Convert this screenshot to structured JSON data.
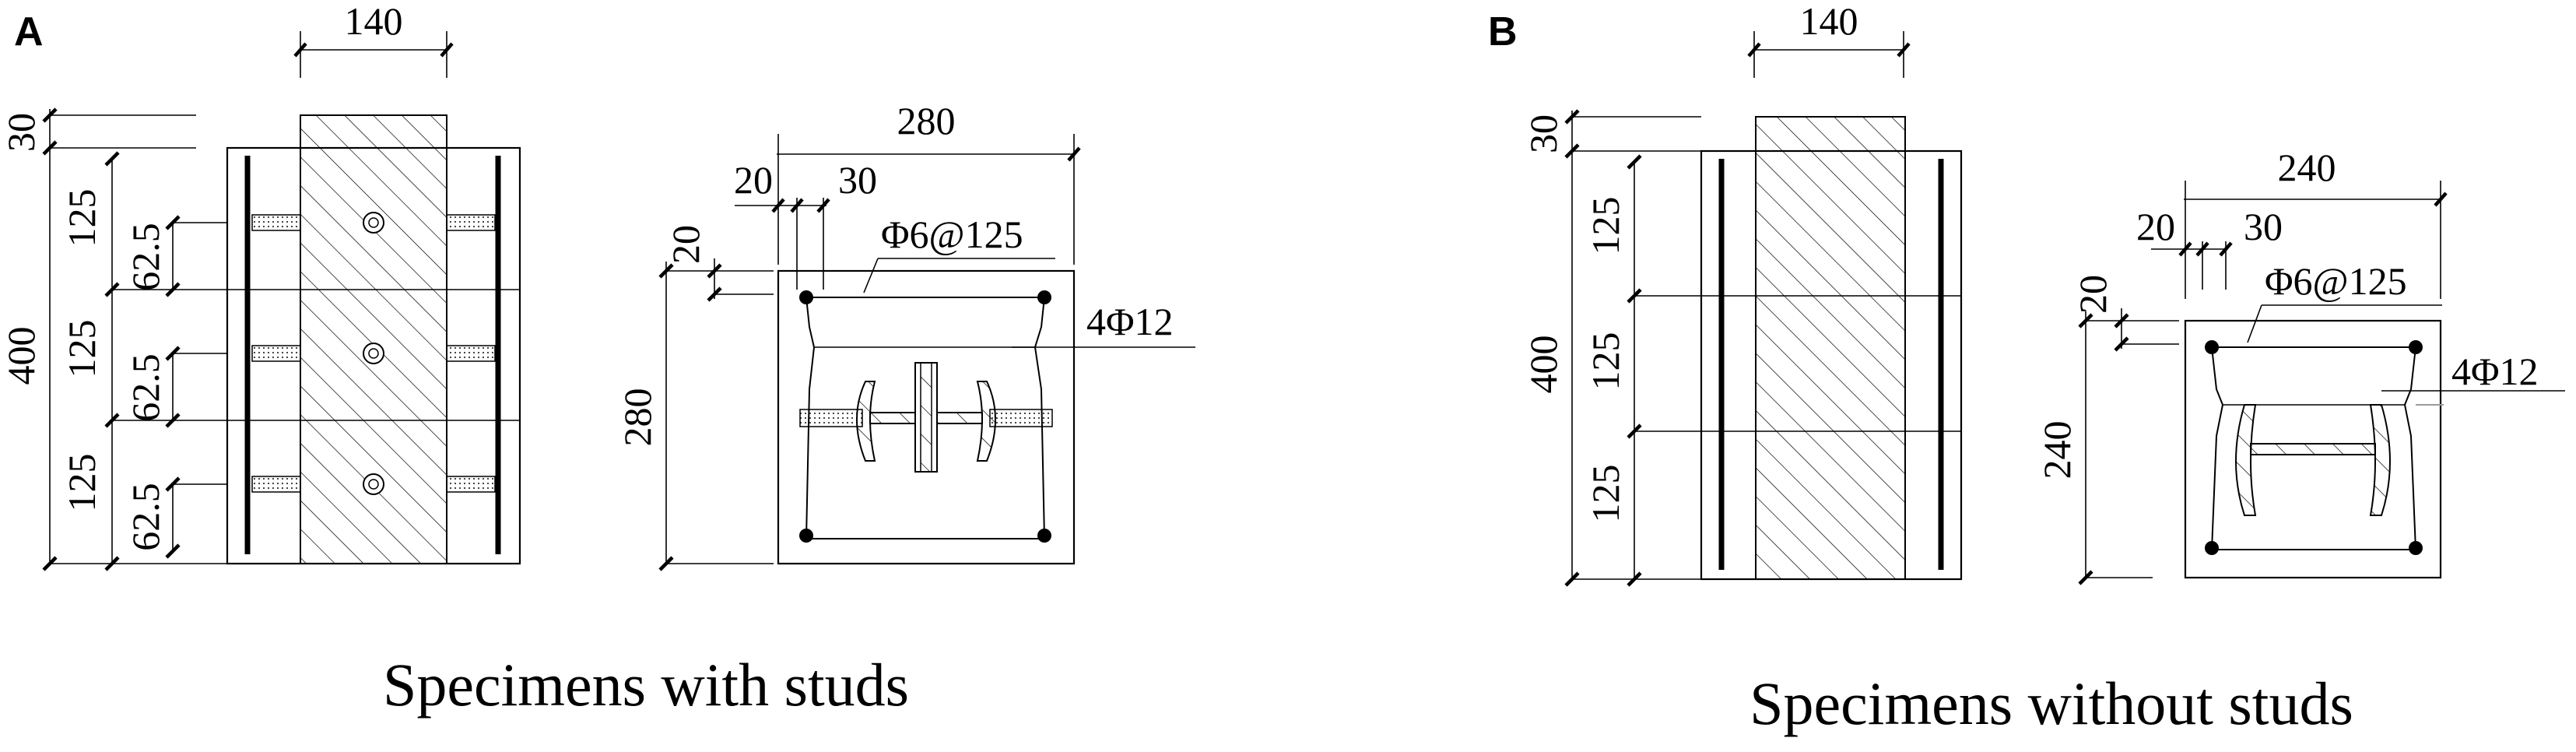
{
  "panels": [
    {
      "letter": "A",
      "caption": "Specimens with studs",
      "elevation": {
        "width_label": "140",
        "cover_label": "30",
        "height_label": "400",
        "segment_labels": [
          "125",
          "125",
          "125"
        ],
        "stud_labels": [
          "62.5",
          "62.5",
          "62.5"
        ]
      },
      "section": {
        "width_label": "280",
        "sub_labels": [
          "20",
          "30"
        ],
        "cover_label": "20",
        "height_label": "280",
        "stirrup_label": "Φ6@125",
        "bar_label": "4Φ12"
      }
    },
    {
      "letter": "B",
      "caption": "Specimens without studs",
      "elevation": {
        "width_label": "140",
        "cover_label": "30",
        "height_label": "400",
        "segment_labels": [
          "125",
          "125",
          "125"
        ]
      },
      "section": {
        "width_label": "240",
        "sub_labels": [
          "20",
          "30"
        ],
        "cover_label": "20",
        "height_label": "240",
        "stirrup_label": "Φ6@125",
        "bar_label": "4Φ12"
      }
    }
  ]
}
